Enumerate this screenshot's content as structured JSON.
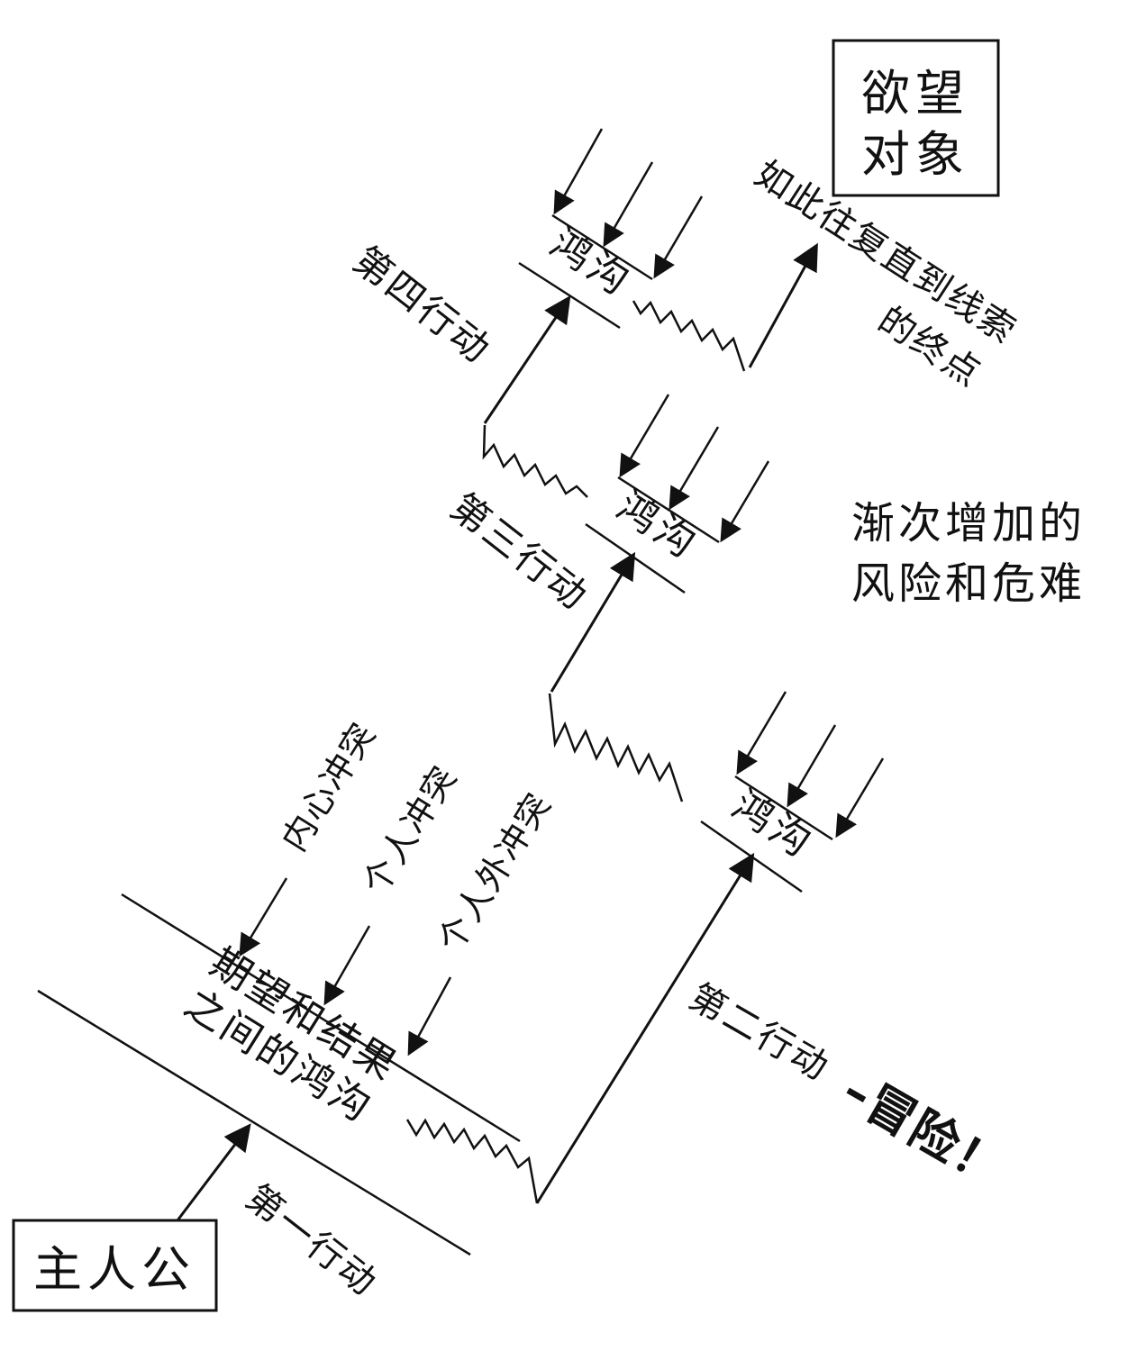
{
  "hero": "主人公",
  "goal_line1": "欲望",
  "goal_line2": "对象",
  "gap_main_line1": "期望和结果",
  "gap_main_line2": "之间的鸿沟",
  "gap": "鸿沟",
  "action1": "第一行动",
  "action2": "第二行动",
  "action2_suffix": "–冒险！",
  "action3": "第三行动",
  "action4": "第四行动",
  "conflict_inner": "内心冲突",
  "conflict_personal": "个人冲突",
  "conflict_extra": "个人外冲突",
  "repeat_line1": "如此往复直到线索",
  "repeat_line2": "的终点",
  "risk_line1": "渐次增加的",
  "risk_line2": "风险和危难"
}
